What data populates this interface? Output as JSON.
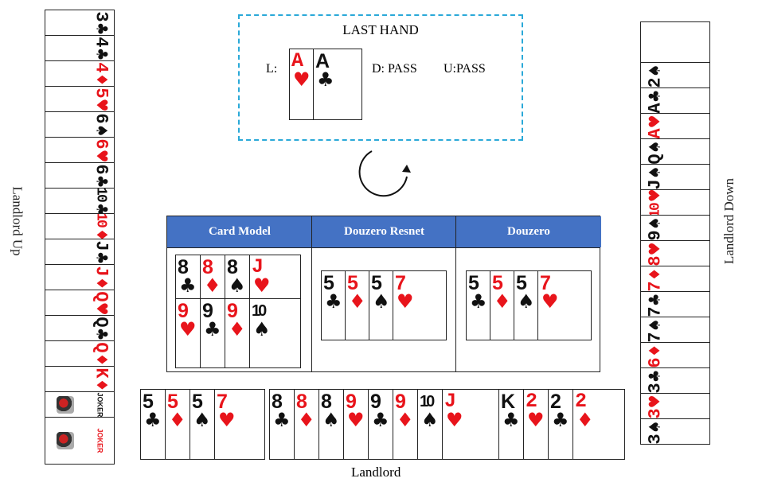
{
  "left_player": {
    "label": "Landlord Up",
    "cards": [
      {
        "rank": "3",
        "suit": "♣",
        "color": "black"
      },
      {
        "rank": "4",
        "suit": "♣",
        "color": "black"
      },
      {
        "rank": "4",
        "suit": "♦",
        "color": "red"
      },
      {
        "rank": "5",
        "suit": "♥",
        "color": "red"
      },
      {
        "rank": "6",
        "suit": "♠",
        "color": "black"
      },
      {
        "rank": "6",
        "suit": "♥",
        "color": "red"
      },
      {
        "rank": "6",
        "suit": "♣",
        "color": "black"
      },
      {
        "rank": "10",
        "suit": "♣",
        "color": "black"
      },
      {
        "rank": "10",
        "suit": "♦",
        "color": "red"
      },
      {
        "rank": "J",
        "suit": "♣",
        "color": "black"
      },
      {
        "rank": "J",
        "suit": "♦",
        "color": "red"
      },
      {
        "rank": "Q",
        "suit": "♥",
        "color": "red"
      },
      {
        "rank": "Q",
        "suit": "♣",
        "color": "black"
      },
      {
        "rank": "Q",
        "suit": "♦",
        "color": "red"
      },
      {
        "rank": "K",
        "suit": "♦",
        "color": "red"
      }
    ],
    "jokers": [
      {
        "text": "JOKER",
        "color": "black"
      },
      {
        "text": "JOKER",
        "color": "red"
      }
    ]
  },
  "right_player": {
    "label": "Landlord Down",
    "cards": [
      {
        "rank": "2",
        "suit": "♠",
        "color": "black"
      },
      {
        "rank": "A",
        "suit": "♣",
        "color": "black"
      },
      {
        "rank": "A",
        "suit": "♥",
        "color": "red"
      },
      {
        "rank": "Q",
        "suit": "♠",
        "color": "black"
      },
      {
        "rank": "J",
        "suit": "♠",
        "color": "black"
      },
      {
        "rank": "10",
        "suit": "♥",
        "color": "red"
      },
      {
        "rank": "9",
        "suit": "♠",
        "color": "black"
      },
      {
        "rank": "8",
        "suit": "♥",
        "color": "red"
      },
      {
        "rank": "7",
        "suit": "♦",
        "color": "red"
      },
      {
        "rank": "7",
        "suit": "♣",
        "color": "black"
      },
      {
        "rank": "7",
        "suit": "♠",
        "color": "black"
      },
      {
        "rank": "6",
        "suit": "♦",
        "color": "red"
      },
      {
        "rank": "3",
        "suit": "♣",
        "color": "black"
      },
      {
        "rank": "3",
        "suit": "♥",
        "color": "red"
      },
      {
        "rank": "3",
        "suit": "♠",
        "color": "black"
      }
    ]
  },
  "last_hand": {
    "title": "LAST HAND",
    "landlord_label": "L:",
    "cards": [
      {
        "rank": "A",
        "suit": "♥",
        "color": "red"
      },
      {
        "rank": "A",
        "suit": "♣",
        "color": "black"
      }
    ],
    "down_text": "D: PASS",
    "up_text": "U:PASS"
  },
  "models": {
    "headers": [
      "Card Model",
      "Douzero Resnet",
      "Douzero"
    ],
    "card_model": {
      "row1": [
        {
          "rank": "8",
          "suit": "♣",
          "color": "black"
        },
        {
          "rank": "8",
          "suit": "♦",
          "color": "red"
        },
        {
          "rank": "8",
          "suit": "♠",
          "color": "black"
        },
        {
          "rank": "J",
          "suit": "♥",
          "color": "red"
        }
      ],
      "row2": [
        {
          "rank": "9",
          "suit": "♥",
          "color": "red"
        },
        {
          "rank": "9",
          "suit": "♣",
          "color": "black"
        },
        {
          "rank": "9",
          "suit": "♦",
          "color": "red"
        },
        {
          "rank": "10",
          "suit": "♠",
          "color": "black"
        }
      ]
    },
    "douzero_resnet": [
      {
        "rank": "5",
        "suit": "♣",
        "color": "black"
      },
      {
        "rank": "5",
        "suit": "♦",
        "color": "red"
      },
      {
        "rank": "5",
        "suit": "♠",
        "color": "black"
      },
      {
        "rank": "7",
        "suit": "♥",
        "color": "red"
      }
    ],
    "douzero": [
      {
        "rank": "5",
        "suit": "♣",
        "color": "black"
      },
      {
        "rank": "5",
        "suit": "♦",
        "color": "red"
      },
      {
        "rank": "5",
        "suit": "♠",
        "color": "black"
      },
      {
        "rank": "7",
        "suit": "♥",
        "color": "red"
      }
    ]
  },
  "landlord": {
    "label": "Landlord",
    "groups": [
      [
        {
          "rank": "5",
          "suit": "♣",
          "color": "black"
        },
        {
          "rank": "5",
          "suit": "♦",
          "color": "red"
        },
        {
          "rank": "5",
          "suit": "♠",
          "color": "black"
        },
        {
          "rank": "7",
          "suit": "♥",
          "color": "red"
        }
      ],
      [
        {
          "rank": "8",
          "suit": "♣",
          "color": "black"
        },
        {
          "rank": "8",
          "suit": "♦",
          "color": "red"
        },
        {
          "rank": "8",
          "suit": "♠",
          "color": "black"
        },
        {
          "rank": "9",
          "suit": "♥",
          "color": "red"
        },
        {
          "rank": "9",
          "suit": "♣",
          "color": "black"
        },
        {
          "rank": "9",
          "suit": "♦",
          "color": "red"
        },
        {
          "rank": "10",
          "suit": "♠",
          "color": "black"
        },
        {
          "rank": "J",
          "suit": "♥",
          "color": "red"
        }
      ],
      [
        {
          "rank": "K",
          "suit": "♣",
          "color": "black"
        },
        {
          "rank": "2",
          "suit": "♥",
          "color": "red"
        },
        {
          "rank": "2",
          "suit": "♣",
          "color": "black"
        },
        {
          "rank": "2",
          "suit": "♦",
          "color": "red"
        }
      ]
    ]
  }
}
